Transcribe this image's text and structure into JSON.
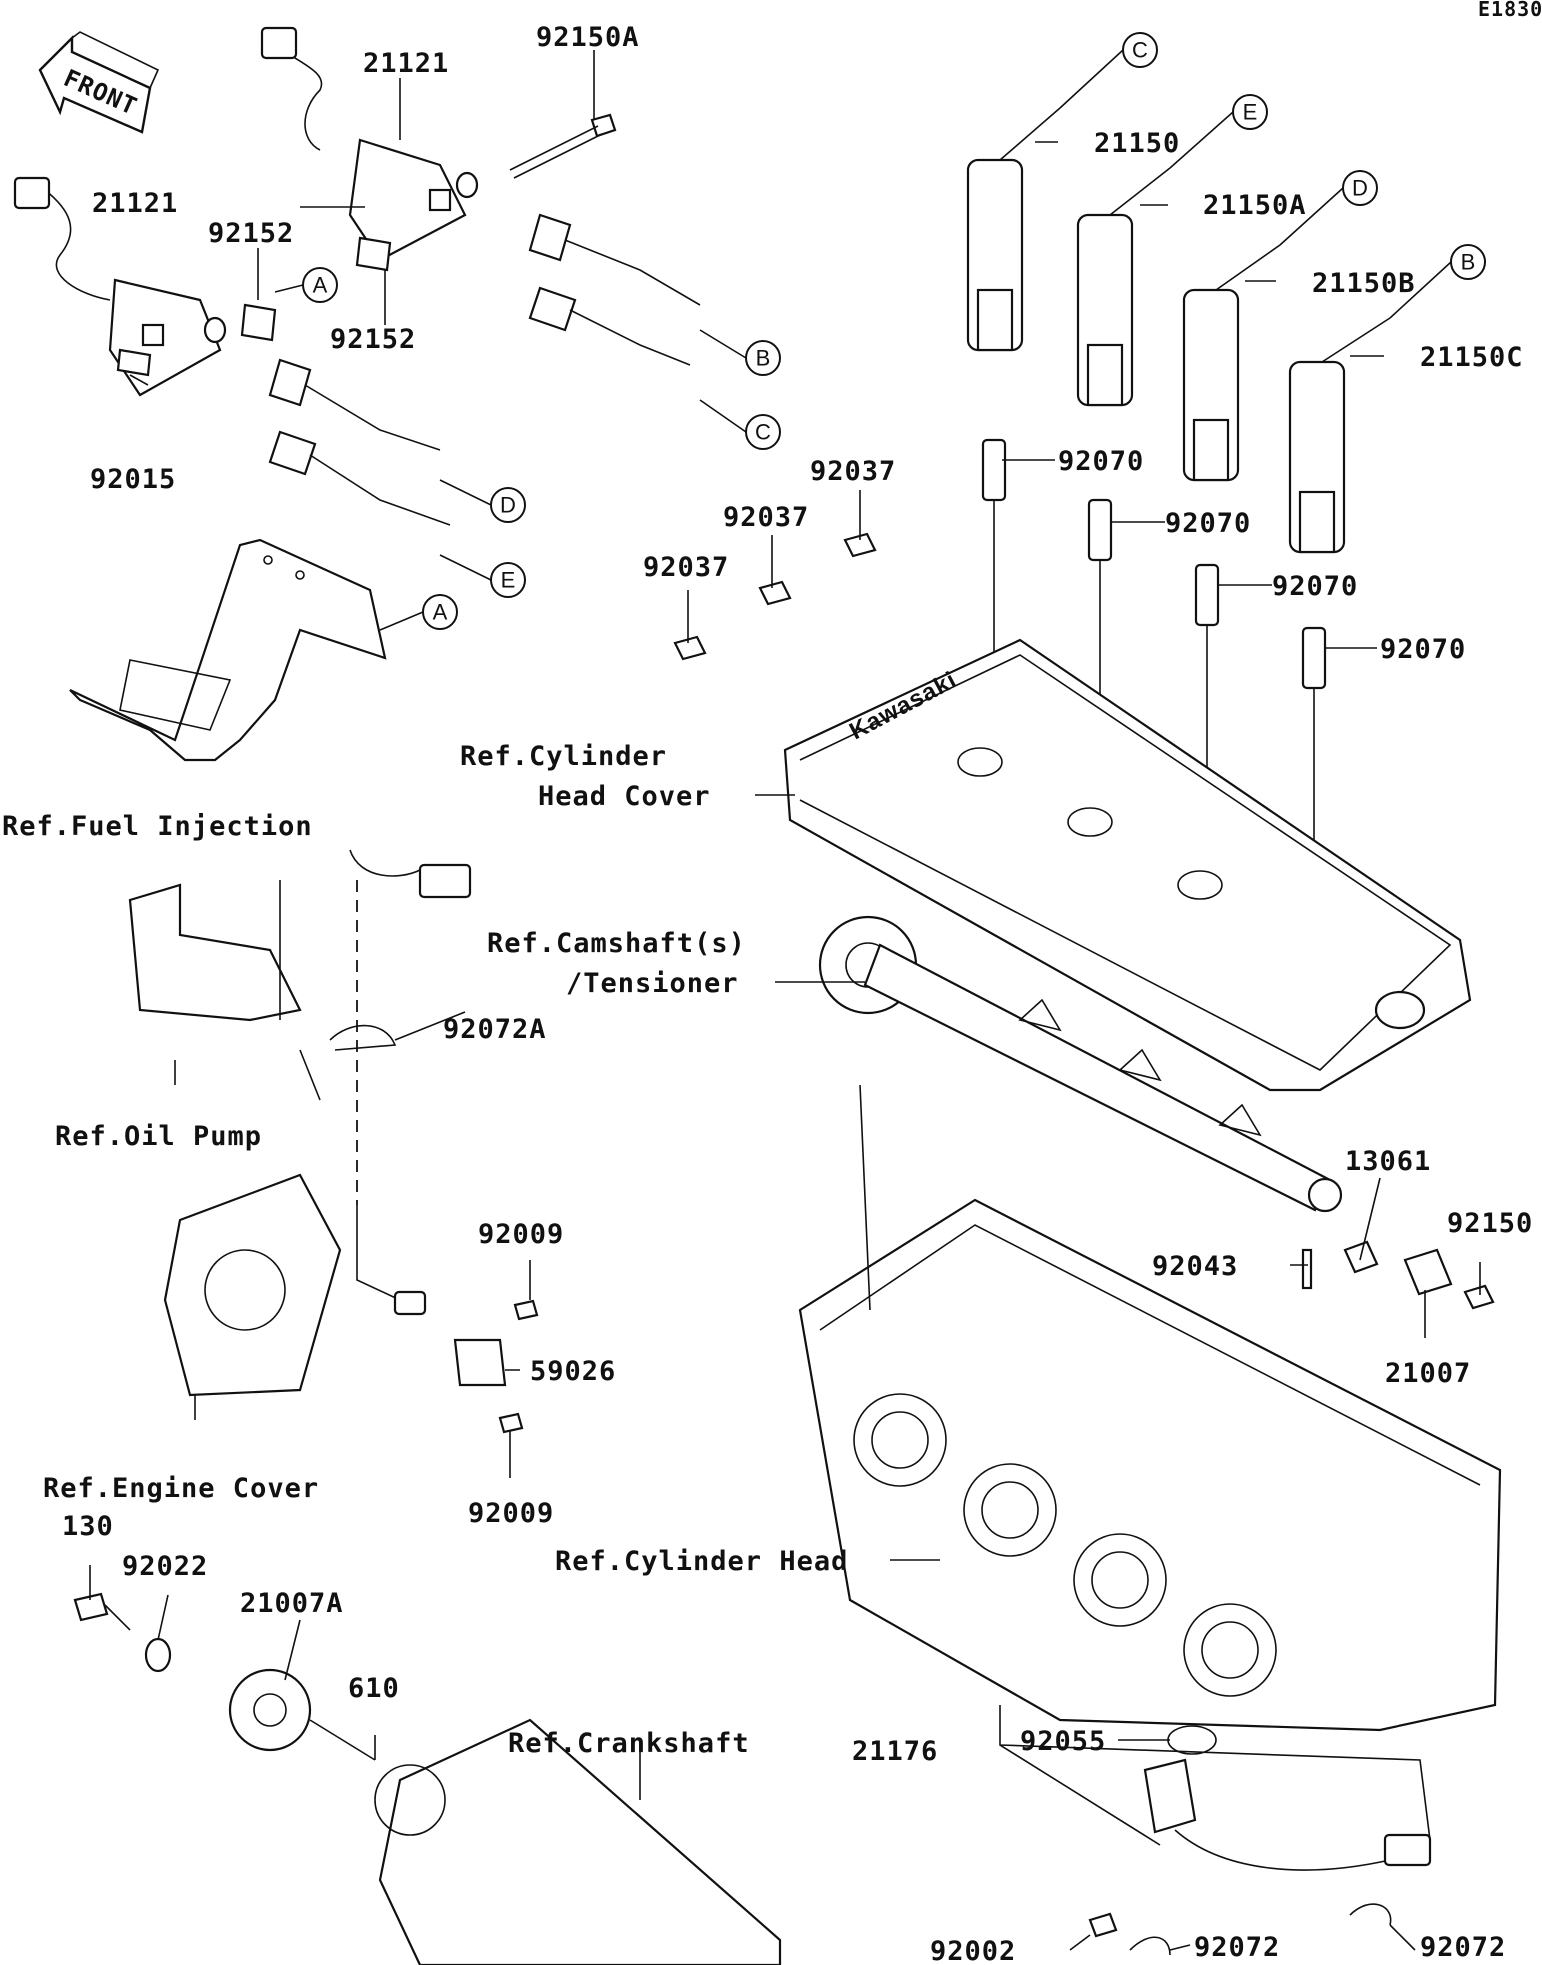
{
  "diagram_code": "E1830",
  "front_label": "FRONT",
  "part_numbers": {
    "coil_rear": "21121",
    "coil_front": "21121",
    "bolt_long": "92150A",
    "spacer_a": "92152",
    "spacer_b": "92152",
    "nut": "92015",
    "plug_cap_1": "21150",
    "plug_cap_2": "21150A",
    "plug_cap_3": "21150B",
    "plug_cap_4": "21150C",
    "spark_plug_1": "92070",
    "spark_plug_2": "92070",
    "spark_plug_3": "92070",
    "spark_plug_4": "92070",
    "clamp_1": "92037",
    "clamp_2": "92037",
    "clamp_3": "92037",
    "band_clamp": "92072A",
    "screw_upper": "92009",
    "screw_lower": "92009",
    "crank_sensor": "59026",
    "cam_rotor_bolt": "130",
    "washer": "92022",
    "timing_rotor": "21007A",
    "pin": "610",
    "cam_sensor_coupler": "13061",
    "cam_bolt": "92150",
    "cam_rotor": "21007",
    "cam_pin": "92043",
    "cam_sensor": "21176",
    "o_ring": "92055",
    "sensor_bolt": "92002",
    "clamp_a": "92072",
    "clamp_b": "92072"
  },
  "references": {
    "fuel_injection": "Ref.Fuel Injection",
    "cylinder_head_cover_1": "Ref.Cylinder",
    "cylinder_head_cover_2": "Head Cover",
    "oil_pump": "Ref.Oil Pump",
    "camshaft_1": "Ref.Camshaft(s)",
    "camshaft_2": "/Tensioner",
    "engine_cover": "Ref.Engine Cover",
    "cylinder_head": "Ref.Cylinder Head",
    "crankshaft": "Ref.Crankshaft"
  },
  "callouts": {
    "a": "A",
    "b": "B",
    "c": "C",
    "d": "D",
    "e": "E"
  },
  "cover_brand": "Kawasaki"
}
